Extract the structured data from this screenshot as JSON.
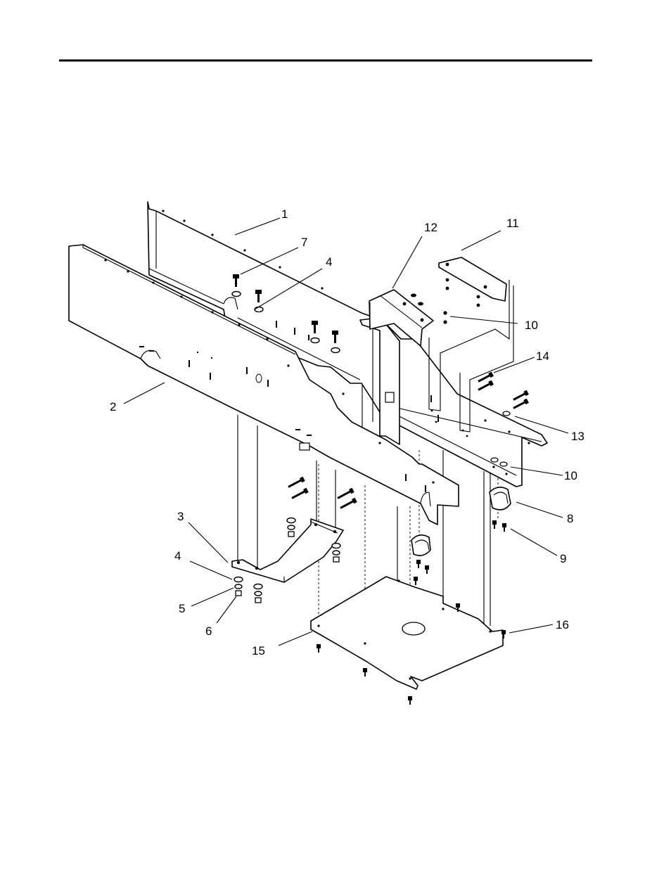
{
  "callouts": [
    {
      "label": "1"
    },
    {
      "label": "2"
    },
    {
      "label": "3"
    },
    {
      "label": "4"
    },
    {
      "label": "4"
    },
    {
      "label": "5"
    },
    {
      "label": "6"
    },
    {
      "label": "7"
    },
    {
      "label": "8"
    },
    {
      "label": "9"
    },
    {
      "label": "10"
    },
    {
      "label": "10"
    },
    {
      "label": "11"
    },
    {
      "label": "12"
    },
    {
      "label": "13"
    },
    {
      "label": "14"
    },
    {
      "label": "15"
    },
    {
      "label": "16"
    }
  ]
}
